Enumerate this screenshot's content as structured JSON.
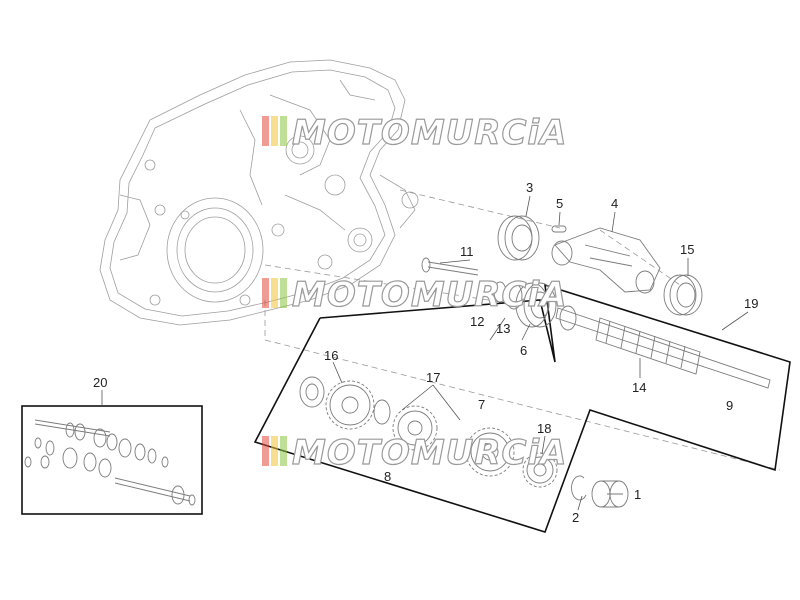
{
  "watermark": {
    "text": "MOTOMURCiA",
    "stripe_colors": [
      "#e34a3d",
      "#f2c234",
      "#8ac43f"
    ]
  },
  "part_labels": {
    "p1": "1",
    "p2": "2",
    "p3": "3",
    "p4": "4",
    "p5": "5",
    "p6": "6",
    "p7": "7",
    "p8": "8",
    "p9": "9",
    "p11": "11",
    "p12": "12",
    "p13": "13",
    "p14": "14",
    "p15": "15",
    "p16": "16",
    "p17": "17",
    "p18": "18",
    "p19": "19",
    "p20": "20"
  }
}
